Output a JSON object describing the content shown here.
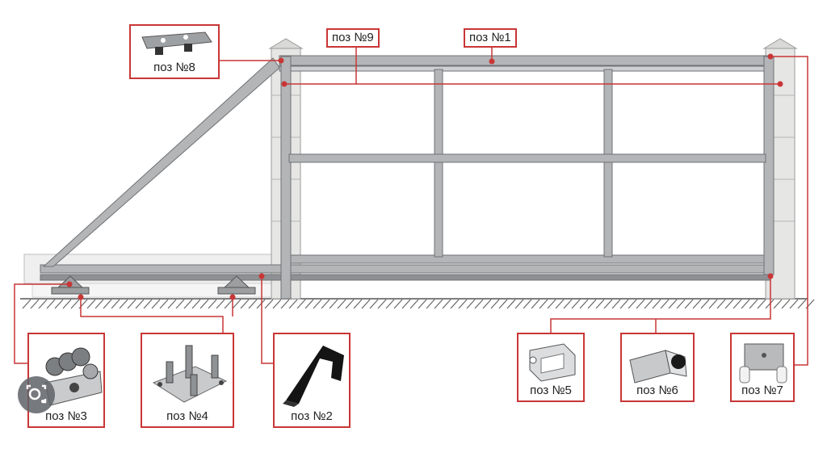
{
  "labels": {
    "pos1": "поз №1",
    "pos2": "поз №2",
    "pos3": "поз №3",
    "pos4": "поз №4",
    "pos5": "поз №5",
    "pos6": "поз №6",
    "pos7": "поз №7",
    "pos8": "поз №8",
    "pos9": "поз №9"
  },
  "colors": {
    "callout": "#c93636",
    "steel": "#a9abad",
    "steel_dark": "#6f7275",
    "pillar": "#e4e4e2"
  },
  "overlay": {
    "icon": "lens-search-icon"
  }
}
